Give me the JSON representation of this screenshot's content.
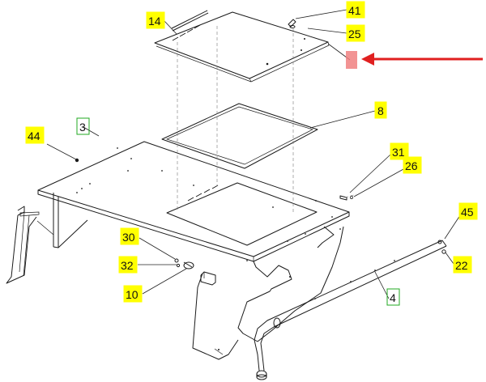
{
  "callouts": [
    {
      "id": "14",
      "style": "yellow"
    },
    {
      "id": "41",
      "style": "yellow"
    },
    {
      "id": "25",
      "style": "yellow"
    },
    {
      "id": "8",
      "style": "yellow"
    },
    {
      "id": "3",
      "style": "green-outline"
    },
    {
      "id": "44",
      "style": "yellow"
    },
    {
      "id": "31",
      "style": "yellow"
    },
    {
      "id": "26",
      "style": "yellow"
    },
    {
      "id": "45",
      "style": "yellow"
    },
    {
      "id": "30",
      "style": "yellow"
    },
    {
      "id": "32",
      "style": "yellow"
    },
    {
      "id": "22",
      "style": "yellow"
    },
    {
      "id": "10",
      "style": "yellow"
    },
    {
      "id": "4",
      "style": "green-outline"
    }
  ],
  "colors": {
    "callout_fill": "#ffff00",
    "callout_outline_green": "#22aa22",
    "highlight_marker": "#f08080",
    "arrow": "#e02020",
    "line": "#1a1a1a"
  }
}
